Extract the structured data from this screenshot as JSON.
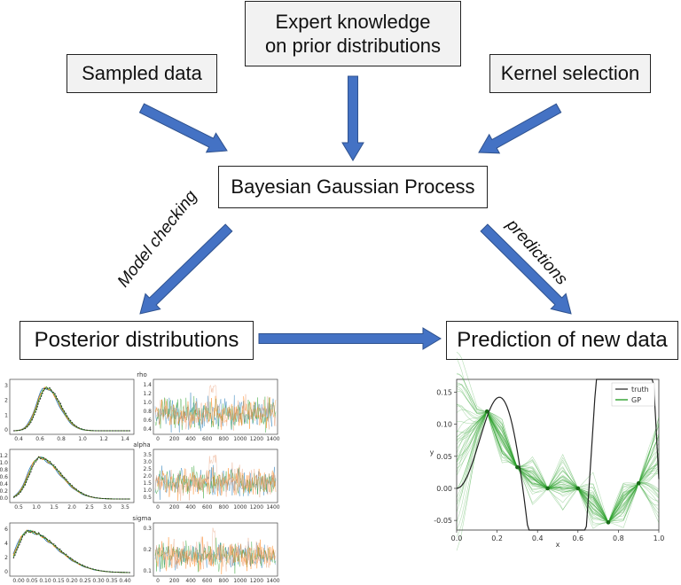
{
  "boxes": {
    "expert_line1": "Expert knowledge",
    "expert_line2": "on prior distributions",
    "sampled": "Sampled data",
    "kernel": "Kernel selection",
    "bgp": "Bayesian Gaussian Process",
    "posterior": "Posterior distributions",
    "prediction": "Prediction of new data"
  },
  "edge_labels": {
    "model_checking": "Model checking",
    "predictions": "predictions"
  },
  "colors": {
    "arrow_fill": "#4472c4",
    "arrow_stroke": "#2f528f",
    "box_grey": "#f2f2f2",
    "gp_green": "#2ca02c",
    "truth": "#222222"
  },
  "trace_plots": {
    "titles": [
      "rho",
      "alpha",
      "sigma"
    ],
    "density_xticks": [
      [
        "0.4",
        "0.6",
        "0.8",
        "1.0",
        "1.2",
        "1.4"
      ],
      [
        "0.5",
        "1.0",
        "1.5",
        "2.0",
        "2.5",
        "3.0",
        "3.5"
      ],
      [
        "0.00",
        "0.05",
        "0.10",
        "0.15",
        "0.20",
        "0.25",
        "0.30",
        "0.35",
        "0.40"
      ]
    ],
    "density_yticks": [
      [
        "0",
        "1",
        "2",
        "3"
      ],
      [
        "0.0",
        "0.2",
        "0.4",
        "0.6",
        "0.8",
        "1.0",
        "1.2"
      ],
      [
        "0",
        "2",
        "4",
        "6"
      ]
    ],
    "trace_xticks": [
      "0",
      "200",
      "400",
      "600",
      "800",
      "1000",
      "1200",
      "1400"
    ],
    "trace_yticks": [
      [
        "0.4",
        "0.6",
        "0.8",
        "1.0",
        "1.2",
        "1.4"
      ],
      [
        "0.5",
        "1.0",
        "1.5",
        "2.0",
        "2.5",
        "3.0",
        "3.5"
      ],
      [
        "0.1",
        "0.2",
        "0.3"
      ]
    ]
  },
  "gp_plot": {
    "legend": [
      "truth",
      "GP"
    ],
    "xlabel": "x",
    "ylabel": "y",
    "xticks": [
      "0.0",
      "0.2",
      "0.4",
      "0.6",
      "0.8",
      "1.0"
    ],
    "yticks": [
      "0.15",
      "0.10",
      "0.05",
      "0.00",
      "-0.05"
    ],
    "xlim": [
      0,
      1
    ],
    "ylim": [
      -0.065,
      0.17
    ],
    "observations": [
      [
        0.15,
        0.12
      ],
      [
        0.3,
        0.033
      ],
      [
        0.45,
        0.0
      ],
      [
        0.6,
        0.0
      ],
      [
        0.75,
        -0.053
      ],
      [
        0.9,
        0.008
      ]
    ]
  }
}
